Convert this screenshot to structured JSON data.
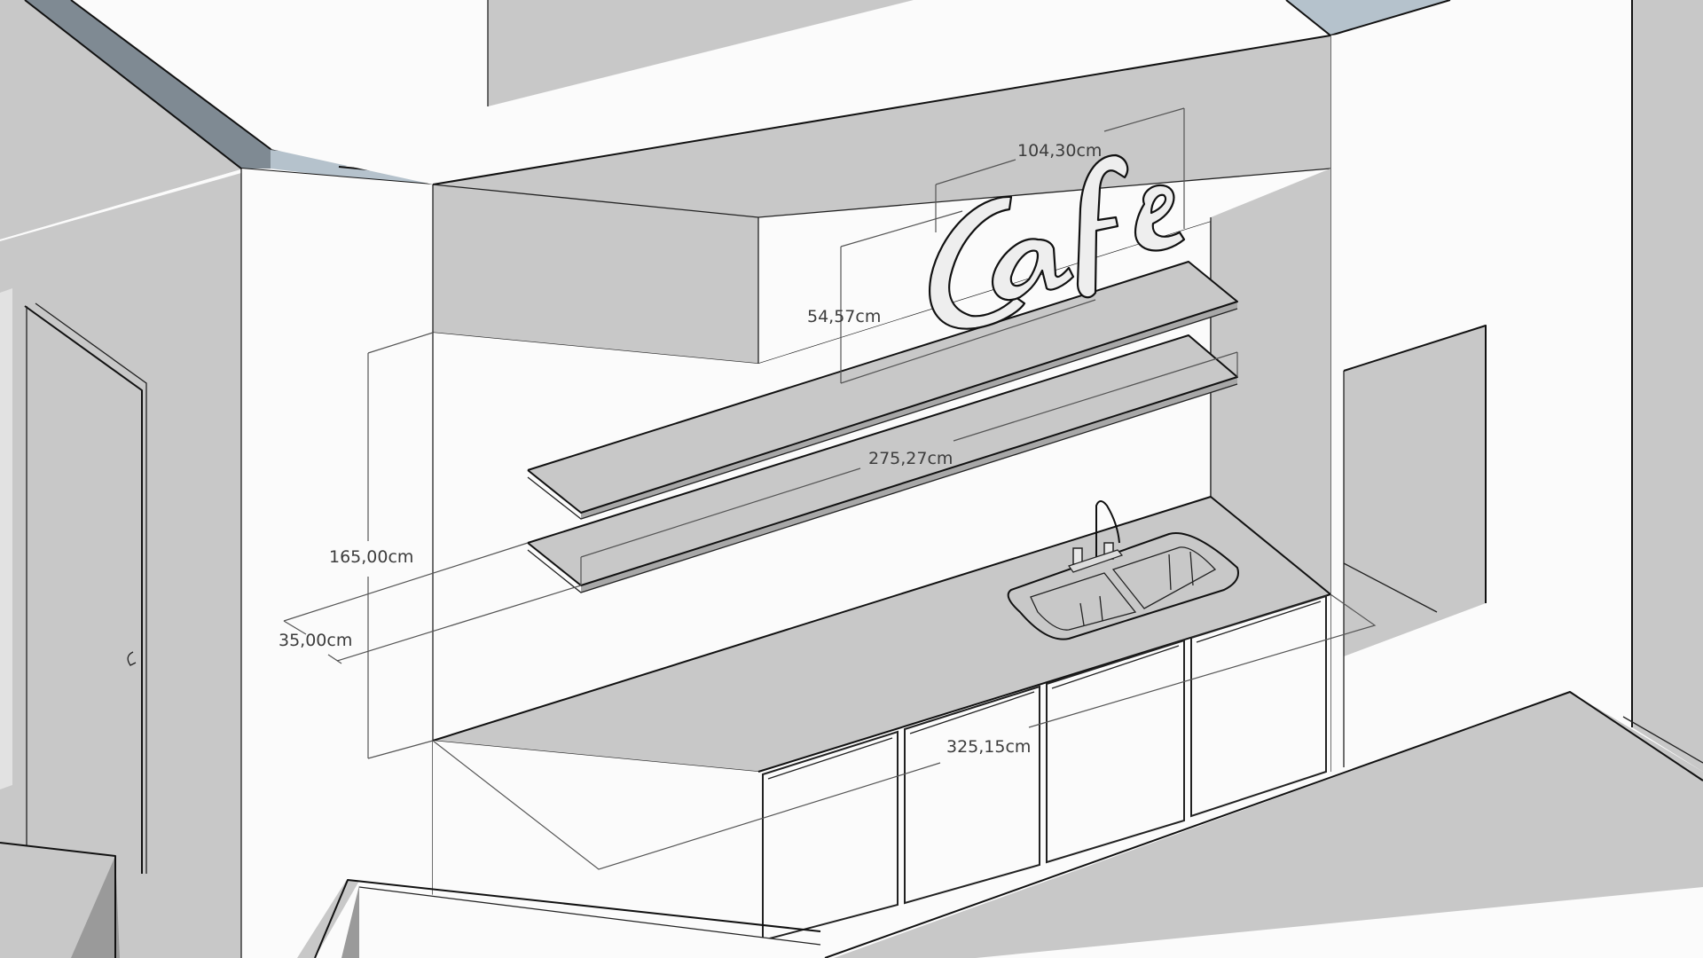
{
  "scene": {
    "title": "Cafe counter 3D model",
    "colors": {
      "background": "#fbfbfb",
      "wall_grey": "#c8c8c8",
      "beam_dark": "#7f8a93",
      "beam_light": "#b5c2cc",
      "edge": "#111111",
      "dimension_text": "#3c3c3c"
    }
  },
  "sign": {
    "text": "Cafe"
  },
  "dimensions": {
    "sign_width": "104,30cm",
    "sign_height": "54,57cm",
    "shelf_length": "275,27cm",
    "shelf_height": "165,00cm",
    "shelf_depth": "35,00cm",
    "counter_length": "325,15cm"
  },
  "objects": {
    "shelves": [
      "upper-shelf",
      "lower-shelf"
    ],
    "counter": "base-cabinet-counter",
    "sink": "double-basin-sink",
    "faucet": "gooseneck-faucet",
    "cabinet_doors": 4,
    "doors": [
      "left-door",
      "right-door"
    ]
  }
}
